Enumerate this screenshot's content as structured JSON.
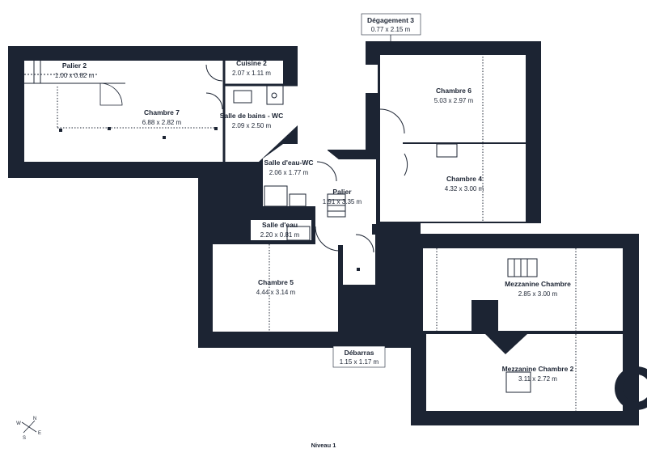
{
  "plan": {
    "level_label": "Niveau 1",
    "wall_color": "#1c2433",
    "room_color": "#ffffff",
    "compass": {
      "n": "N",
      "e": "E",
      "s": "S",
      "w": "W"
    },
    "rooms": [
      {
        "id": "palier2",
        "name": "Palier 2",
        "dims": "1.00 x 0.82 m"
      },
      {
        "id": "cuisine2",
        "name": "Cuisine 2",
        "dims": "2.07 x 1.11 m"
      },
      {
        "id": "chambre7",
        "name": "Chambre 7",
        "dims": "6.88 x 2.82 m"
      },
      {
        "id": "sdb_wc",
        "name": "Salle de bains - WC",
        "dims": "2.09 x 2.50 m"
      },
      {
        "id": "sde_wc",
        "name": "Salle d'eau-WC",
        "dims": "2.06 x 1.77 m"
      },
      {
        "id": "palier",
        "name": "Palier",
        "dims": "1.91 x 3.35 m"
      },
      {
        "id": "sde",
        "name": "Salle d'eau",
        "dims": "2.20 x 0.81 m"
      },
      {
        "id": "chambre5",
        "name": "Chambre 5",
        "dims": "4.44 x 3.14 m"
      },
      {
        "id": "chambre6",
        "name": "Chambre 6",
        "dims": "5.03 x 2.97 m"
      },
      {
        "id": "chambre4",
        "name": "Chambre 4",
        "dims": "4.32 x 3.00 m"
      },
      {
        "id": "mezz1",
        "name": "Mezzanine Chambre",
        "dims": "2.85 x 3.00 m"
      },
      {
        "id": "mezz2",
        "name": "Mezzanine Chambre 2",
        "dims": "3.11 x 2.72 m"
      }
    ],
    "boxed_labels": [
      {
        "id": "degagement3",
        "name": "Dégagement 3",
        "dims": "0.77 x 2.15 m"
      },
      {
        "id": "debarras",
        "name": "Débarras",
        "dims": "1.15 x 1.17 m"
      }
    ]
  }
}
